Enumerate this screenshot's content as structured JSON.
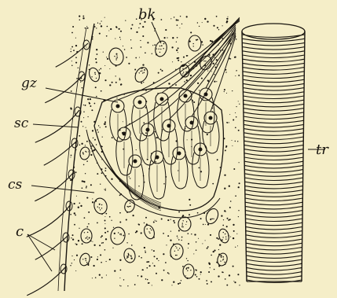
{
  "colors": {
    "paper": "#f5eec8",
    "ink": "#1a1610"
  },
  "labels": {
    "bk": "bk",
    "gz": "gz",
    "sc": "sc",
    "cs": "cs",
    "c": "c",
    "tr": "tr"
  }
}
